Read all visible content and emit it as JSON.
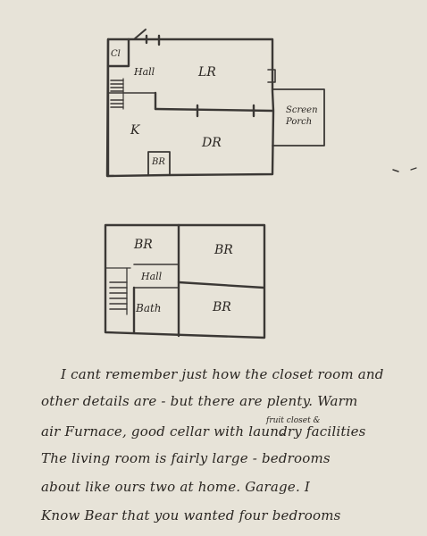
{
  "floor_plan_first": {
    "rooms": {
      "closet": "Cl",
      "hall": "Hall",
      "living_room": "LR",
      "screen_porch_line1": "Screen",
      "screen_porch_line2": "Porch",
      "kitchen": "K",
      "dining_room": "DR",
      "bedroom": "BR"
    }
  },
  "floor_plan_second": {
    "rooms": {
      "bedroom_nw": "BR",
      "bedroom_ne": "BR",
      "hall": "Hall",
      "bath": "Bath",
      "bedroom_se": "BR"
    }
  },
  "letter": {
    "lines": [
      "I cant remember just how the closet room and",
      "other details are - but there are plenty. Warm",
      "air Furnace, good cellar with laundry facilities",
      "The living room is fairly large - bedrooms",
      "about like ours two at home. Garage. I",
      "Know Bear that you wanted four bedrooms"
    ],
    "insertion": "fruit closet &"
  }
}
